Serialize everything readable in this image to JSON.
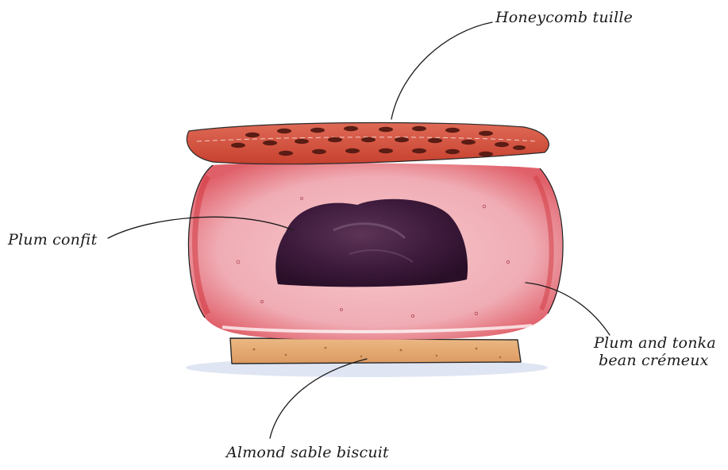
{
  "labels": {
    "honeycomb_tuille": "Honeycomb tuille",
    "plum_confit": "Plum confit",
    "cremeux_line1": "Plum and tonka",
    "cremeux_line2": "bean crémeux",
    "almond_sable_biscuit": "Almond sable biscuit"
  },
  "colors": {
    "tuille": "#cc4a3c",
    "tuille_holes": "#5a1c14",
    "mousse": "#f2b8bf",
    "mousse_edge": "#d4323a",
    "confit": "#3a1a3a",
    "biscuit": "#e4a870",
    "plate_shadow": "#c9d4ea",
    "ink": "#1b1b1b"
  }
}
